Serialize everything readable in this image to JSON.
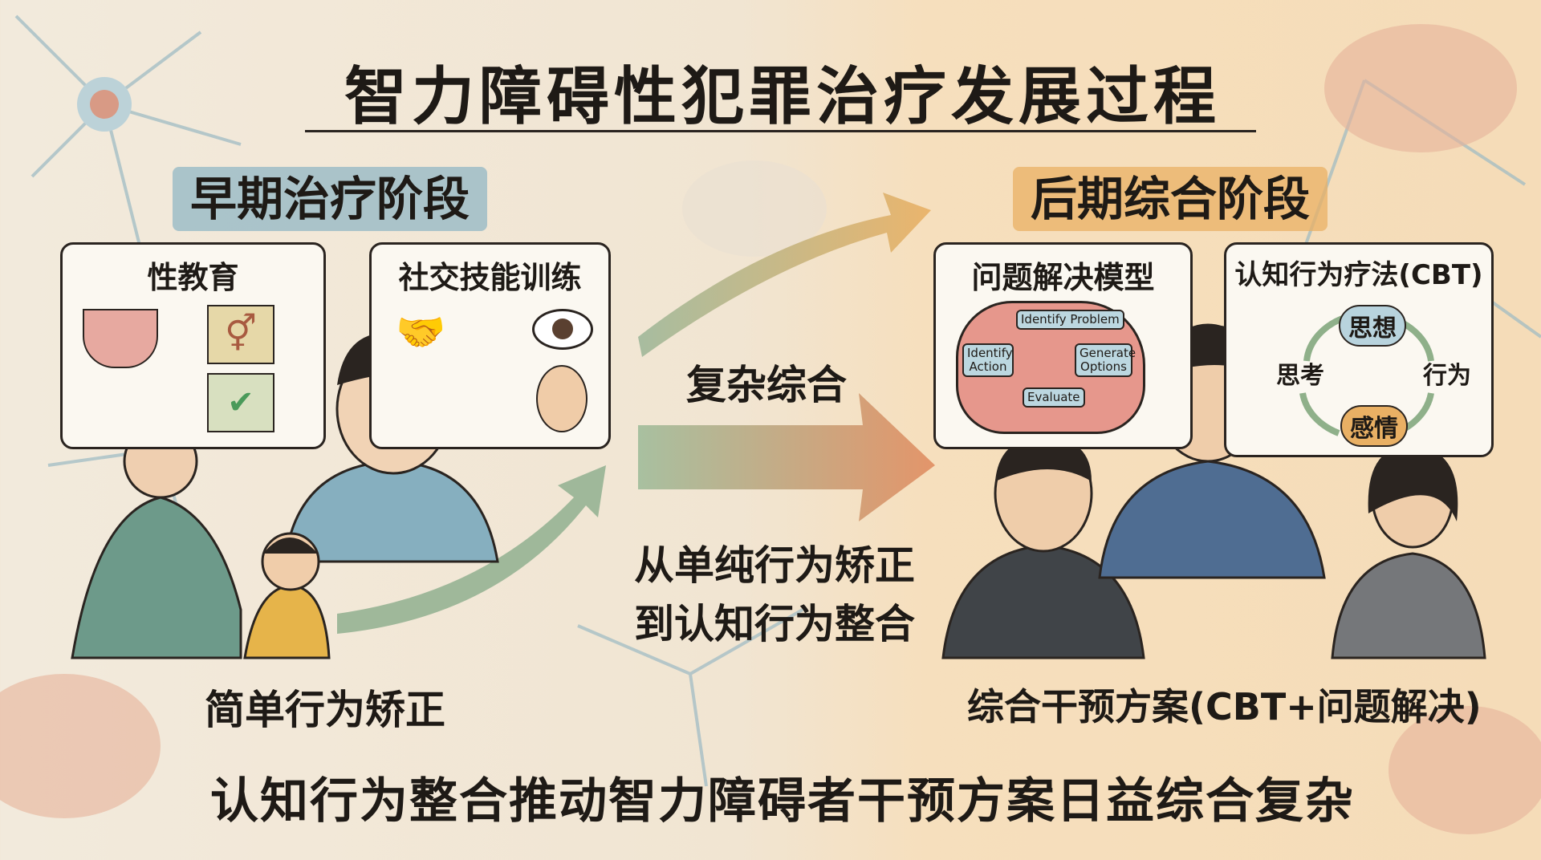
{
  "title": "智力障碍性犯罪治疗发展过程",
  "stages": {
    "early": "早期治疗阶段",
    "late": "后期综合阶段"
  },
  "panels": {
    "sex_education": "性教育",
    "social_skills": "社交技能训练",
    "problem_solving": {
      "title": "问题解决模型",
      "steps": [
        "Identify Problem",
        "Generate Options",
        "Evaluate",
        "Identify Action"
      ]
    },
    "cbt": {
      "title": "认知行为疗法(CBT)",
      "cycle": [
        "思想",
        "行为",
        "感情",
        "思考"
      ]
    }
  },
  "center": {
    "label": "复杂综合",
    "line1": "从单纯行为矫正",
    "line2": "到认知行为整合"
  },
  "captions": {
    "left": "简单行为矫正",
    "right": "综合干预方案(CBT+问题解决)"
  },
  "conclusion": "认知行为整合推动智力障碍者干预方案日益综合复杂",
  "colors": {
    "early_stage": "#8cb4c3",
    "late_stage": "#e9b064",
    "arrow_start": "#9fb89a",
    "arrow_end": "#e39a6c"
  }
}
